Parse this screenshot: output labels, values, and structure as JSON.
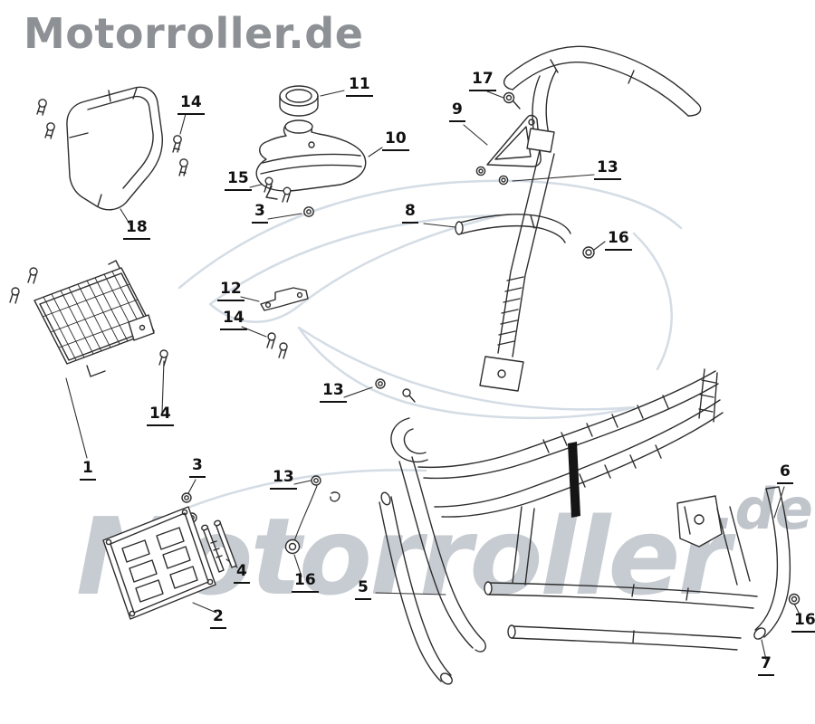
{
  "branding": {
    "top_watermark": "Motorroller.de",
    "bottom_watermark": "Motorroller",
    "bottom_watermark_suffix": ".de"
  },
  "colors": {
    "background": "#ffffff",
    "line": "#2e2e2e",
    "label_text": "#111111",
    "watermark_top": "#8d9094",
    "watermark_bottom": "#c7ccd2",
    "swoosh": "#d4dce5",
    "dark_fill": "#151515"
  },
  "diagram": {
    "type": "exploded-parts-diagram",
    "labels": [
      {
        "text": "14"
      },
      {
        "text": "11"
      },
      {
        "text": "17"
      },
      {
        "text": "9"
      },
      {
        "text": "10"
      },
      {
        "text": "13"
      },
      {
        "text": "15"
      },
      {
        "text": "3"
      },
      {
        "text": "8"
      },
      {
        "text": "16"
      },
      {
        "text": "18"
      },
      {
        "text": "12"
      },
      {
        "text": "14"
      },
      {
        "text": "13"
      },
      {
        "text": "14"
      },
      {
        "text": "1"
      },
      {
        "text": "3"
      },
      {
        "text": "13"
      },
      {
        "text": "6"
      },
      {
        "text": "4"
      },
      {
        "text": "16"
      },
      {
        "text": "5"
      },
      {
        "text": "2"
      },
      {
        "text": "16"
      },
      {
        "text": "7"
      }
    ]
  }
}
